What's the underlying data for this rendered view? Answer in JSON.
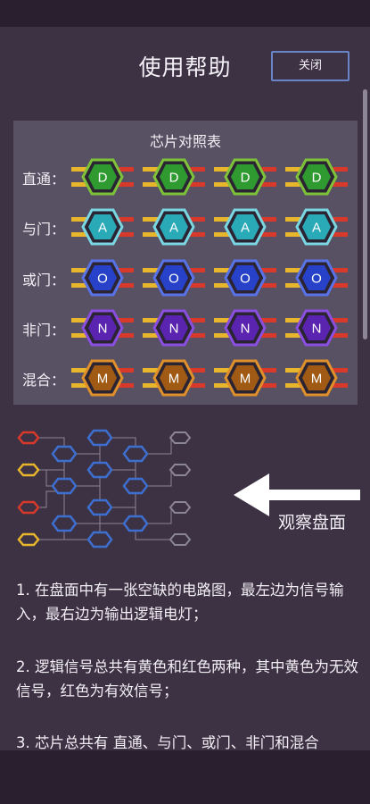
{
  "header": {
    "title": "使用帮助",
    "close_label": "关闭"
  },
  "chip_table": {
    "title": "芯片对照表",
    "rows": [
      {
        "label": "直通：",
        "letter": "D",
        "fill": "#2f9a2f",
        "ring": "#7ec23a"
      },
      {
        "label": "与门：",
        "letter": "A",
        "fill": "#2aa9b6",
        "ring": "#7ad6e0"
      },
      {
        "label": "或门：",
        "letter": "O",
        "fill": "#2742c8",
        "ring": "#5a72e8"
      },
      {
        "label": "非门：",
        "letter": "N",
        "fill": "#5a24b0",
        "ring": "#8a4ee0"
      },
      {
        "label": "混合：",
        "letter": "M",
        "fill": "#a05a14",
        "ring": "#e0902a"
      }
    ],
    "line_colors": {
      "yellow": "#e8b62c",
      "red": "#d8392b"
    }
  },
  "observe": {
    "label": "观察盘面"
  },
  "instructions": [
    "1. 在盘面中有一张空缺的电路图，最左边为信号输入，最右边为输出逻辑电灯；",
    "2. 逻辑信号总共有黄色和红色两种，其中黄色为无效信号，红色为有效信号；",
    "3. 芯片总共有 直通、与门、或门、非门和混合"
  ]
}
